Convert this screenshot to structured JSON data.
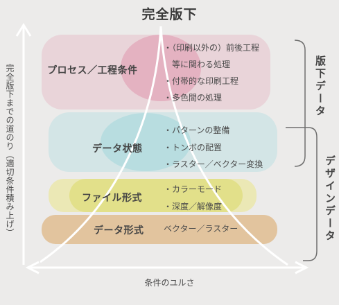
{
  "title": "完全版下",
  "y_axis_label": "完全版下までの道のり（適切条件積み上げ）",
  "x_axis_label": "条件のユルさ",
  "groups": {
    "top": "版下データ",
    "bottom": "デザインデータ"
  },
  "layers": [
    {
      "name": "プロセス／工程条件",
      "color": "#e4b2c1",
      "items": [
        "・（印刷以外の）前後工程",
        "等に関わる処理",
        "・付帯的な印刷工程",
        "・多色間の処理"
      ]
    },
    {
      "name": "データ状態",
      "color": "#b8dde0",
      "items": [
        "・パターンの整備",
        "・トンボの配置",
        "・ラスター／ベクター変換"
      ]
    },
    {
      "name": "ファイル形式",
      "color": "#e2e08a",
      "items": [
        "・カラーモード",
        "・深度／解像度"
      ]
    },
    {
      "name": "データ形式",
      "color": "#e2c49e",
      "items": [
        "ベクター／ラスター"
      ]
    }
  ]
}
